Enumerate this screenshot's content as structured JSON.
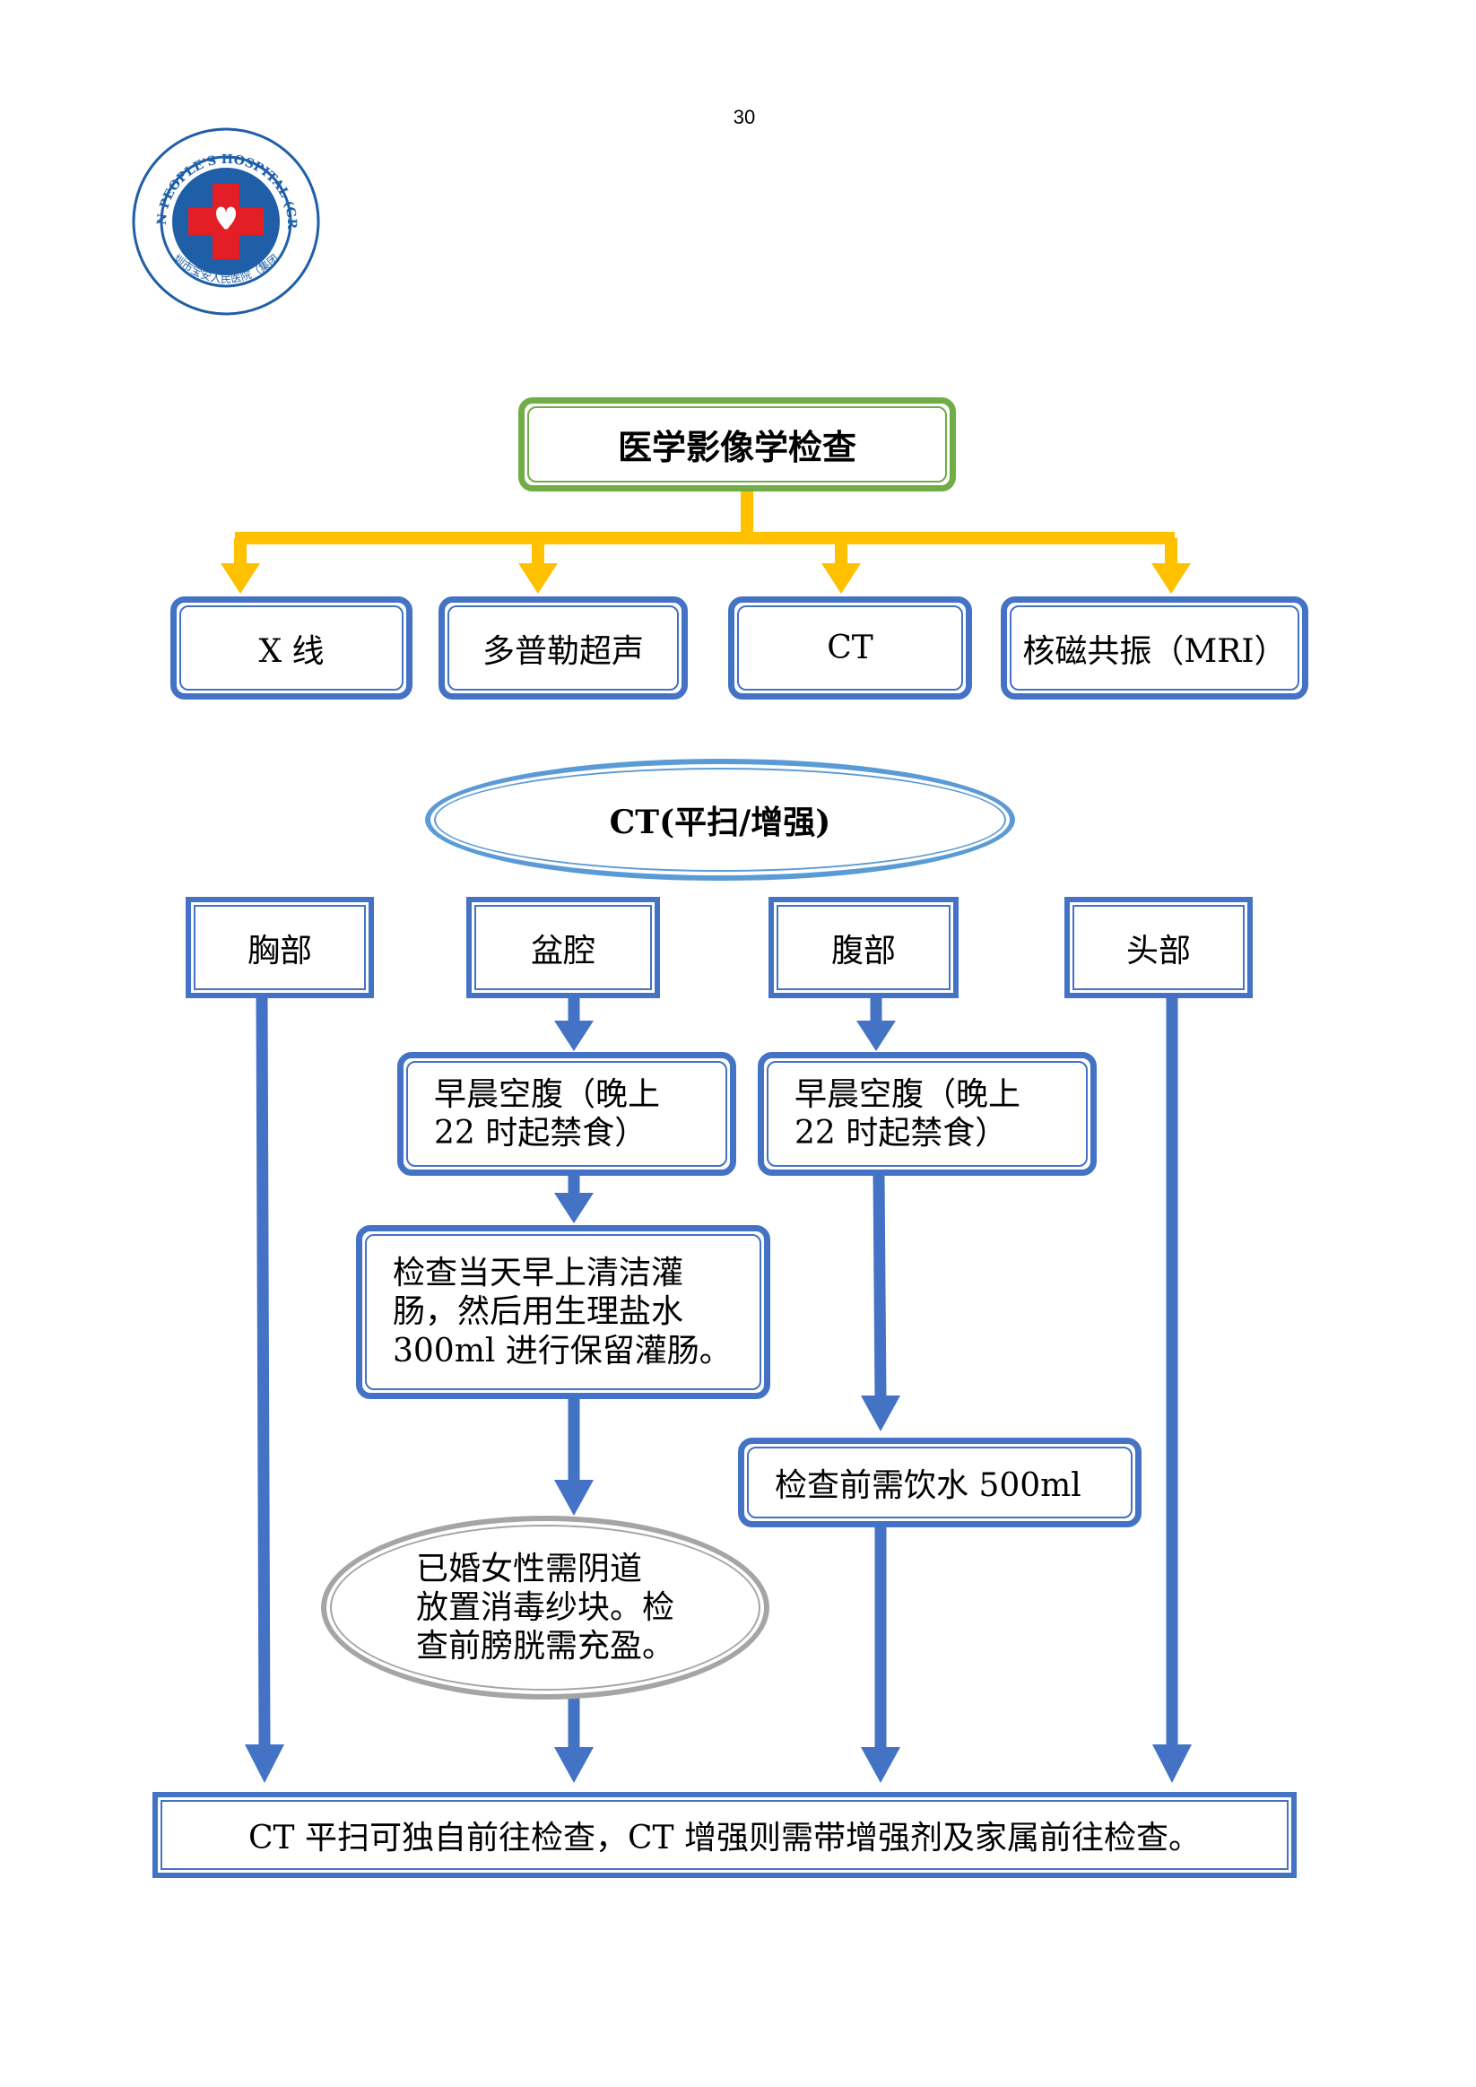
{
  "page_number": "30",
  "logo": {
    "arc_text": "BAOAN PEOPLE'S HOSPITAL (GROUP)",
    "bottom_text": "深圳市宝安人民医院（集团）"
  },
  "main_title": "医学影像学检查",
  "modalities": [
    "X 线",
    "多普勒超声",
    "CT",
    "核磁共振（MRI）"
  ],
  "ct_title": "CT(平扫/增强)",
  "regions": [
    "胸部",
    "盆腔",
    "腹部",
    "头部"
  ],
  "pelvis": {
    "fasting": "早晨空腹（晚上\n22 时起禁食）",
    "enema": "检查当天早上清洁灌\n肠，然后用生理盐水\n300ml 进行保留灌肠。",
    "married": "已婚女性需阴道\n放置消毒纱块。检\n查前膀胱需充盈。"
  },
  "abdomen": {
    "fasting": "早晨空腹（晚上\n22 时起禁食）",
    "water": "检查前需饮水 500ml"
  },
  "footer": "CT 平扫可独自前往检查，CT 增强则需带增强剂及家属前往检查。",
  "colors": {
    "blue": "#4472c4",
    "green": "#70ad47",
    "yellow": "#ffc000",
    "light_blue": "#5b9bd5",
    "gray": "#a5a5a5",
    "logo_red": "#e31e24",
    "logo_blue": "#1f5fa8"
  }
}
